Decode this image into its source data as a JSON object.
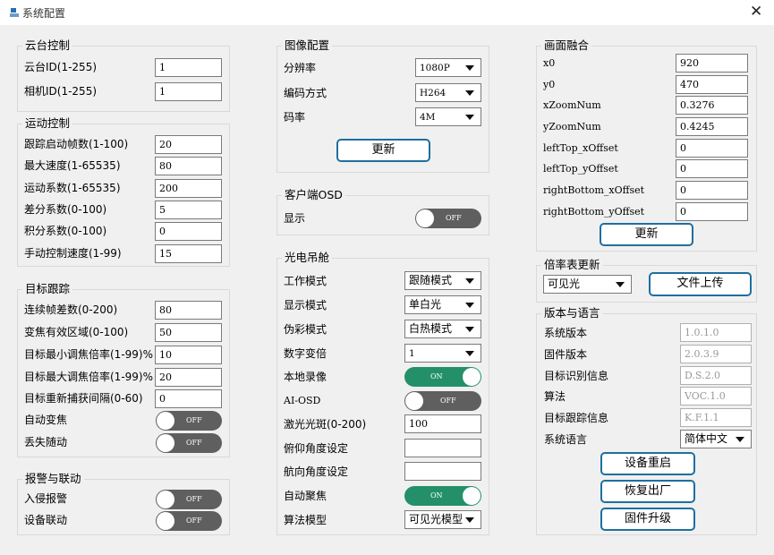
{
  "window": {
    "title": "系统配置",
    "close_glyph": "✕"
  },
  "ptz": {
    "title": "云台控制",
    "rows": [
      {
        "label": "云台ID(1-255)",
        "value": "1"
      },
      {
        "label": "相机ID(1-255)",
        "value": "1"
      }
    ]
  },
  "motion": {
    "title": "运动控制",
    "rows": [
      {
        "label": "跟踪启动帧数(1-100)",
        "value": "20"
      },
      {
        "label": "最大速度(1-65535)",
        "value": "80"
      },
      {
        "label": "运动系数(1-65535)",
        "value": "200"
      },
      {
        "label": "差分系数(0-100)",
        "value": "5"
      },
      {
        "label": "积分系数(0-100)",
        "value": "0"
      },
      {
        "label": "手动控制速度(1-99)",
        "value": "15"
      }
    ]
  },
  "tracking": {
    "title": "目标跟踪",
    "rows": [
      {
        "label": "连续帧差数(0-200)",
        "value": "80"
      },
      {
        "label": "变焦有效区域(0-100)",
        "value": "50"
      },
      {
        "label": "目标最小调焦倍率(1-99)%",
        "value": "10"
      },
      {
        "label": "目标最大调焦倍率(1-99)%",
        "value": "20"
      },
      {
        "label": "目标重新捕获间隔(0-60)",
        "value": "0"
      }
    ],
    "auto_zoom": {
      "label": "自动变焦",
      "state": "OFF"
    },
    "lost_follow": {
      "label": "丢失随动",
      "state": "OFF"
    }
  },
  "alarm": {
    "title": "报警与联动",
    "intrusion": {
      "label": "入侵报警",
      "state": "OFF"
    },
    "linkage": {
      "label": "设备联动",
      "state": "OFF"
    }
  },
  "image": {
    "title": "图像配置",
    "resolution": {
      "label": "分辨率",
      "value": "1080P"
    },
    "encoding": {
      "label": "编码方式",
      "value": "H264"
    },
    "bitrate": {
      "label": "码率",
      "value": "4M"
    },
    "update_label": "更新"
  },
  "osd": {
    "title": "客户端OSD",
    "display": {
      "label": "显示",
      "state": "OFF"
    }
  },
  "pod": {
    "title": "光电吊舱",
    "work_mode": {
      "label": "工作模式",
      "value": "跟随模式"
    },
    "display_mode": {
      "label": "显示模式",
      "value": "单白光"
    },
    "pseudo_color": {
      "label": "伪彩模式",
      "value": "白热模式"
    },
    "digital_zoom": {
      "label": "数字变倍",
      "value": "1"
    },
    "local_record": {
      "label": "本地录像",
      "state": "ON"
    },
    "ai_osd": {
      "label": "AI-OSD",
      "state": "OFF"
    },
    "laser": {
      "label": "激光光斑(0-200)",
      "value": "100"
    },
    "pitch": {
      "label": "俯仰角度设定",
      "value": ""
    },
    "heading": {
      "label": "航向角度设定",
      "value": ""
    },
    "auto_focus": {
      "label": "自动聚焦",
      "state": "ON"
    },
    "algo_model": {
      "label": "算法模型",
      "value": "可见光模型"
    }
  },
  "fusion": {
    "title": "画面融合",
    "rows": [
      {
        "label": "x0",
        "value": "920"
      },
      {
        "label": "y0",
        "value": "470"
      },
      {
        "label": "xZoomNum",
        "value": "0.3276"
      },
      {
        "label": "yZoomNum",
        "value": "0.4245"
      },
      {
        "label": "leftTop_xOffset",
        "value": "0"
      },
      {
        "label": "leftTop_yOffset",
        "value": "0"
      },
      {
        "label": "rightBottom_xOffset",
        "value": "0"
      },
      {
        "label": "rightBottom_yOffset",
        "value": "0"
      }
    ],
    "update_label": "更新"
  },
  "zoom_table": {
    "title": "倍率表更新",
    "select_value": "可见光",
    "upload_label": "文件上传"
  },
  "version": {
    "title": "版本与语言",
    "rows": [
      {
        "label": "系统版本",
        "value": "1.0.1.0"
      },
      {
        "label": "固件版本",
        "value": "2.0.3.9"
      },
      {
        "label": "目标识别信息",
        "value": "D.S.2.0"
      },
      {
        "label": "算法",
        "value": "VOC.1.0"
      },
      {
        "label": "目标跟踪信息",
        "value": "K.F.1.1"
      }
    ],
    "language": {
      "label": "系统语言",
      "value": "简体中文"
    },
    "reboot_label": "设备重启",
    "factory_reset_label": "恢复出厂",
    "firmware_label": "固件升级"
  },
  "colors": {
    "toggle_on": "#23906a",
    "toggle_off": "#5f5f5f",
    "button_border": "#1e6f9f"
  },
  "icons": {
    "app": "app-logo-icon",
    "close": "close-icon",
    "dropdown": "chevron-down-icon"
  }
}
